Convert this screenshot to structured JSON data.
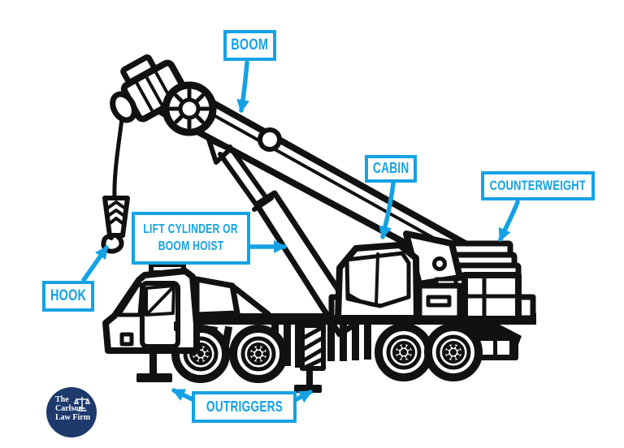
{
  "diagram": {
    "subject": "truck-mounted mobile crane parts diagram",
    "labels": {
      "boom": "BOOM",
      "cabin": "CABIN",
      "counterweight": "COUNTERWEIGHT",
      "lift_cylinder_line1": "LIFT CYLINDER OR",
      "lift_cylinder_line2": "BOOM HOIST",
      "hook": "HOOK",
      "outriggers": "OUTRIGGERS"
    },
    "colors": {
      "accent": "#14a2e4",
      "line_art": "#111111",
      "background": "#ffffff",
      "logo_background": "#1e3a6d"
    },
    "icons": {
      "logo_icon": "scales-of-justice-icon",
      "arrow_icon": "arrow-pointer"
    }
  },
  "logo": {
    "line1": "The",
    "line2": "Carlson",
    "line3": "Law Firm"
  }
}
